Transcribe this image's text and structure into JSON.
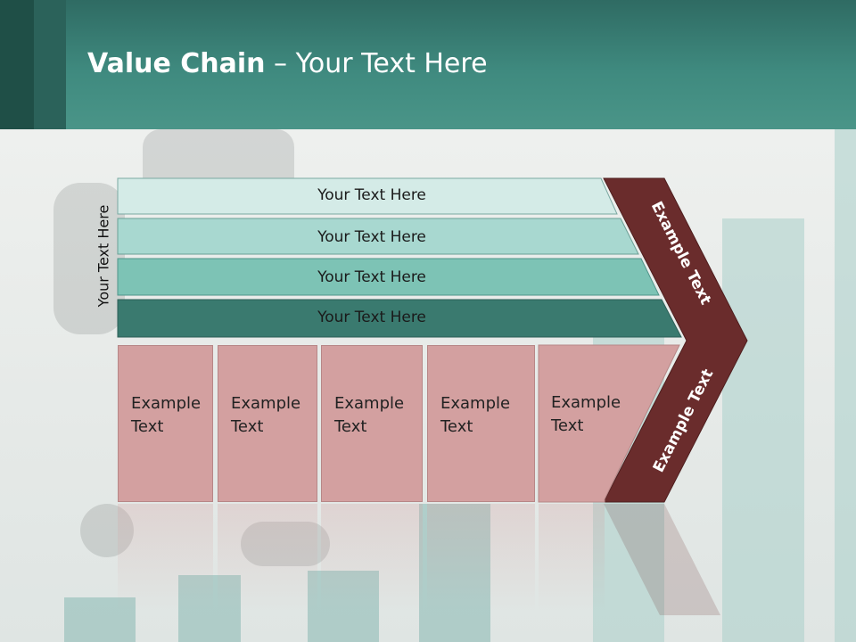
{
  "slide": {
    "title_bold": "Value Chain",
    "title_rest": " – Your Text Here"
  },
  "diagram": {
    "side_label": "Your Text Here",
    "bands": [
      {
        "label": "Your Text Here",
        "color": "#d4ebe7"
      },
      {
        "label": "Your Text Here",
        "color": "#a8d8d0"
      },
      {
        "label": "Your Text Here",
        "color": "#7dc3b5"
      },
      {
        "label": "Your Text Here",
        "color": "#3a7a6f"
      }
    ],
    "cells": [
      {
        "line1": "Example",
        "line2": "Text"
      },
      {
        "line1": "Example",
        "line2": "Text"
      },
      {
        "line1": "Example",
        "line2": "Text"
      },
      {
        "line1": "Example",
        "line2": "Text"
      },
      {
        "line1": "Example",
        "line2": "Text"
      }
    ],
    "chevron": {
      "upper_text": "Example Text",
      "lower_text": "Example Text",
      "color": "#6a2c2c"
    }
  }
}
